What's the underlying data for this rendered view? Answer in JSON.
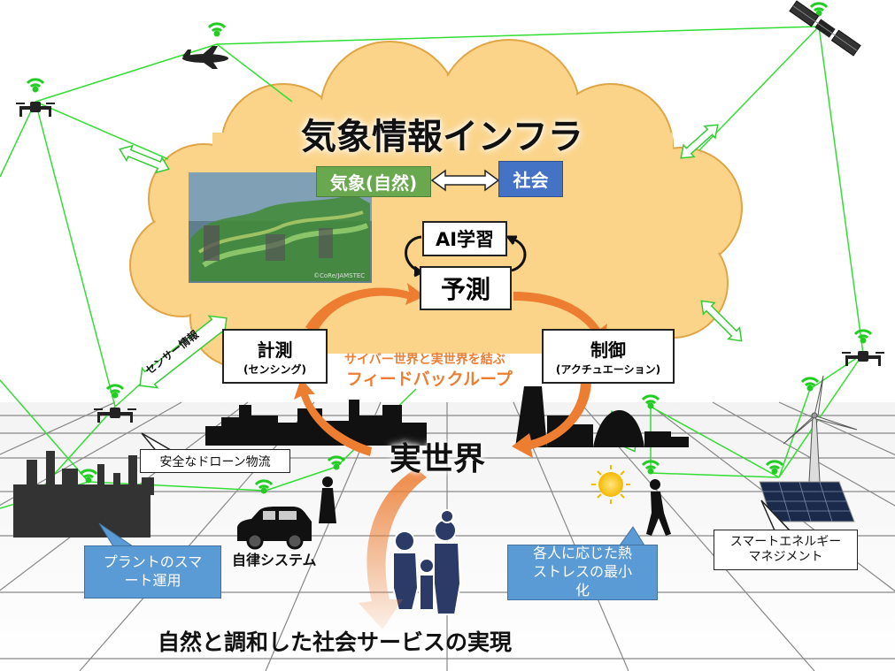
{
  "title": "気象情報インフラ",
  "nature": "気象(自然)",
  "society": "社会",
  "ai": "AI学習",
  "predict": "予測",
  "measure": {
    "main": "計測",
    "sub": "(センシング)"
  },
  "control": {
    "main": "制御",
    "sub": "(アクチュエーション)"
  },
  "feedback": {
    "line1": "サイバー世界と実世界を結ぶ",
    "line2": "フィードバックループ"
  },
  "sensor_info": "センサー情報",
  "real_world": "実世界",
  "drone_logistics": "安全なドローン物流",
  "plant": "プラントのスマート運用",
  "autonomous": "自律システム",
  "heat_stress": "各人に応じた熱ストレスの最小化",
  "smart_energy": "スマートエネルギーマネジメント",
  "bottom": "自然と調和した社会サービスの実現",
  "copyright": "©CoRe/JAMSTEC",
  "colors": {
    "cloud": "#fbd48a",
    "green_box": "#6aa84f",
    "blue_box": "#4472c4",
    "network": "#22dd22",
    "orange": "#ed7d31",
    "callout": "#5b9bd5"
  }
}
